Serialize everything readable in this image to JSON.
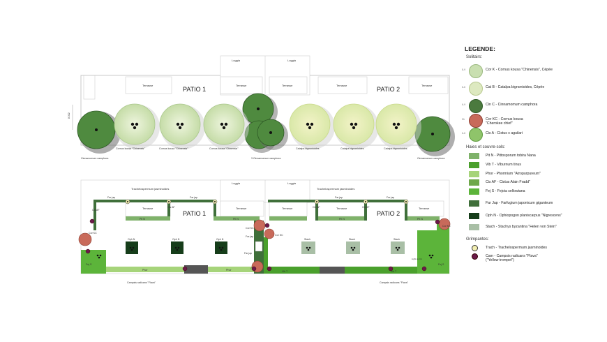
{
  "plan_top": {
    "loggias": [
      "Loggia",
      "Loggia"
    ],
    "terraces": [
      "Terrasse",
      "Terrasse",
      "Terrasse",
      "Terrasse",
      "Terrasse"
    ],
    "patios": [
      "PATIO 1",
      "PATIO 2"
    ],
    "dimension": "8.322",
    "tree_labels": [
      "Cornus kousa \"Chinensis\"",
      "Cornus kousa \"Chinensis\"",
      "Cornus kousa \"Chinensis\"",
      "Catalpa bignonioides",
      "Catalpa bignonioides",
      "Catalpa bignonioides"
    ],
    "camphor_labels": [
      "Cinnamomum camphora",
      "3 Cinnamomum camphora",
      "Cinnamomum camphora"
    ]
  },
  "plan_bottom": {
    "loggias": [
      "Loggia",
      "Loggia"
    ],
    "terraces": [
      "Terrasse",
      "Terrasse",
      "Terrasse",
      "Terrasse",
      "Terrasse"
    ],
    "patios": [
      "PATIO 1",
      "PATIO 2"
    ],
    "trach_labels": [
      "Trachelospermum jasminoides",
      "Trachelospermum jasminoides"
    ],
    "camp_labels": [
      "Campsis radicans \"Flava\"",
      "Campsis radicans \"Flava\""
    ],
    "plant_labels": {
      "far_jap": "Far jap",
      "cis_af": "Cis AF",
      "pit_n": "Pit N",
      "cor_kc": "Cor KC",
      "oph_n": "Oph N",
      "stach": "Stach",
      "fej_s": "Fej S",
      "phor": "Phor",
      "vib_t": "Vib T",
      "cin_c": "Cin C",
      "light": "Light de Cin"
    }
  },
  "legend": {
    "title": "LEGENDE:",
    "sections": {
      "solitaires": "Solitairs:",
      "haies": "Haies et couvre-sols:",
      "grimpantes": "Grimpantes:"
    },
    "solitaires": [
      {
        "size": "8-9",
        "text": "Cor K  -  Cornus kousa \"Chinensis\", Cépée",
        "color": "#c9dfb0"
      },
      {
        "size": "6-6",
        "text": "Cat B  -  Catalpa bignonioides, Cépée",
        "color": "#dde9c0"
      },
      {
        "size": "6-9",
        "text": "Cin C  -  Cinnamomum camphora",
        "color": "#4b7a3e"
      },
      {
        "size": "5h",
        "text": "Cor KC  -  Cornus kousa\n\"Cherokee chief\"",
        "color": "#c86a5a"
      },
      {
        "size": "6-6",
        "text": "Cis A  -  Cistus x aguilari",
        "color": "#8fc46a"
      }
    ],
    "haies": [
      {
        "text": "Pit N  -  Pittosporum tobira Nana",
        "color": "#7fb26a"
      },
      {
        "text": "Vib T  -  Viburnum tinus",
        "color": "#4aa02c"
      },
      {
        "text": "Phor  -  Phormium \"Atropurpureum\"",
        "color": "#a6d47a"
      },
      {
        "text": "Cis AF  -  Cistus Alain Fradd\"",
        "color": "#6ea84a"
      },
      {
        "text": "Fej S  -  Fejoia sellowiana",
        "color": "#5cb43a"
      },
      {
        "text": "Far Jap  -  Farfugium japonicum giganteum",
        "color": "#3f6f3a"
      },
      {
        "text": "Oph N  -  Ophiopogon planiscarpus \"Nigrescens\"",
        "color": "#163d1a"
      },
      {
        "text": "Stach  -  Stachys byzantina \"Helen von Stein\"",
        "color": "#a9bfa6"
      }
    ],
    "grimpantes": [
      {
        "text": "Trach  -  Trachelospermum jasminoides",
        "color": "#e8e090"
      },
      {
        "text": "Cam  -  Campsis radicans \"Flava\"\n(\"Yellow trompet\")",
        "color": "#6b1a4a"
      }
    ]
  }
}
